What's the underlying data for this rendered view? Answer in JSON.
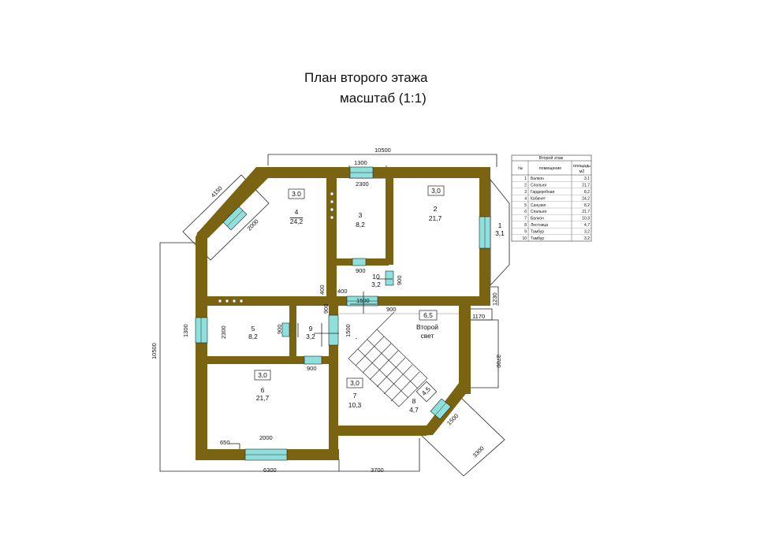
{
  "title": {
    "line1": "План второго этажа",
    "line2": "масштаб (1:1)"
  },
  "dimensions": {
    "overall_width": "10500",
    "overall_height": "10500",
    "diag_top_left": "4150",
    "diag_top_left_window": "2000",
    "top_window": "1300",
    "top_wall": "2300",
    "door_small_900": "900",
    "door_small_900b": "900",
    "door_900c": "900",
    "door_900d": "900",
    "left_1300": "1300",
    "left_2300": "2300",
    "left_900": "900",
    "c_400": "400",
    "c_400v": "400",
    "c_1500": "1500",
    "c_1500v": "1500",
    "c_900v": "900",
    "r_1230": "1230",
    "r_1170": "1170",
    "r_3700": "3700",
    "b_650": "650",
    "b_2000": "2000",
    "b_6300": "6300",
    "b_3700": "3700",
    "diag_br_1500": "1500",
    "diag_br_3300": "3300"
  },
  "rooms": [
    {
      "num": "1",
      "area": "3,1"
    },
    {
      "num": "2",
      "area": "21,7",
      "height": "3,0"
    },
    {
      "num": "3",
      "area": "8,2"
    },
    {
      "num": "4",
      "area": "24,2",
      "height": "3.0"
    },
    {
      "num": "5",
      "area": "8,2"
    },
    {
      "num": "6",
      "area": "21,7",
      "height": "3,0"
    },
    {
      "num": "7",
      "area": "10,3",
      "height": "3,0"
    },
    {
      "num": "8",
      "area": "4,7",
      "mark": "4,5"
    },
    {
      "num": "9",
      "area": "3,2"
    },
    {
      "num": "10",
      "area": "3,2"
    }
  ],
  "second_light": {
    "height": "6,5",
    "line1": "Второй",
    "line2": "свет",
    "dash": "-"
  },
  "table": {
    "title": "Второй этаж",
    "col_num": "№",
    "col_room": "помещение",
    "col_area_1": "площадь",
    "col_area_2": "м2",
    "rows": [
      {
        "n": "1",
        "name": "Балкон",
        "area": "3,1"
      },
      {
        "n": "2",
        "name": "Спальня",
        "area": "21,7"
      },
      {
        "n": "3",
        "name": "Гардеробная",
        "area": "8,2"
      },
      {
        "n": "4",
        "name": "Кабинет",
        "area": "24,2"
      },
      {
        "n": "5",
        "name": "Санузел",
        "area": "8,2"
      },
      {
        "n": "6",
        "name": "Спальня",
        "area": "21,7"
      },
      {
        "n": "7",
        "name": "Балкон",
        "area": "10,3"
      },
      {
        "n": "8",
        "name": "Лестница",
        "area": "4,7"
      },
      {
        "n": "9",
        "name": "Тамбур",
        "area": "3,2"
      },
      {
        "n": "10",
        "name": "Тамбур",
        "area": "3,2"
      }
    ]
  },
  "colors": {
    "wall": "#7a6412",
    "window": "#8fe0dc",
    "line": "#222222"
  }
}
